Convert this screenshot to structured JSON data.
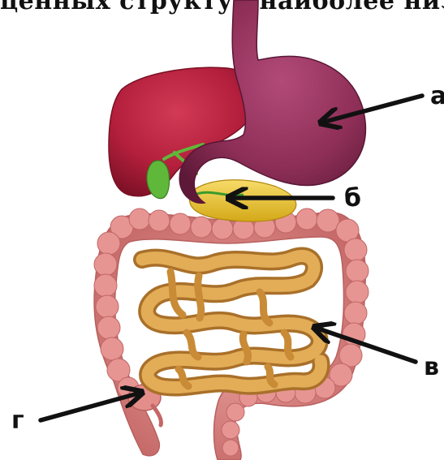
{
  "heading": {
    "text": "ценных структур наиболее низк"
  },
  "labels": {
    "a": "а",
    "b": "б",
    "v": "в",
    "g": "г"
  },
  "colors": {
    "stomach": "#8e2f57",
    "liver": "#b31f3c",
    "gallbladder": "#5fb83a",
    "pancreas": "#e6c13a",
    "small_intestine": "#d9a24a",
    "large_intestine": "#d98584",
    "arrow": "#111111"
  }
}
